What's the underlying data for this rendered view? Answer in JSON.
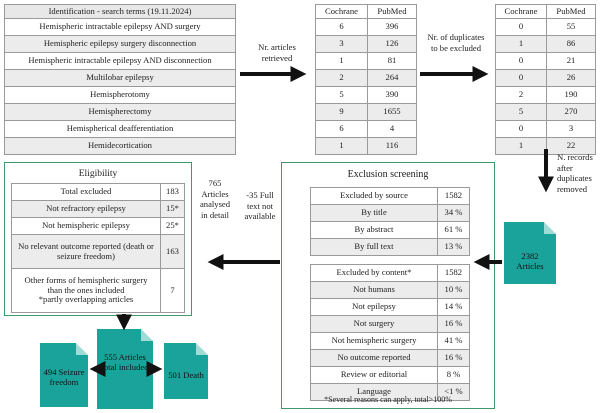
{
  "search_table": {
    "header": "Identification - search terms (19.11.2024)",
    "rows": [
      "Hemispheric intractable epilepsy AND surgery",
      "Hemispheric epilepsy surgery disconnection",
      "Hemispheric intractable epilepsy AND disconnection",
      "Multilobar epilepsy",
      "Hemispherotomy",
      "Hemispherectomy",
      "Hemispherical deafferentiation",
      "Hemidecortication"
    ]
  },
  "retrieved_table": {
    "headers": [
      "Cochrane",
      "PubMed"
    ],
    "rows": [
      [
        "6",
        "396"
      ],
      [
        "3",
        "126"
      ],
      [
        "1",
        "81"
      ],
      [
        "2",
        "264"
      ],
      [
        "5",
        "390"
      ],
      [
        "9",
        "1655"
      ],
      [
        "6",
        "4"
      ],
      [
        "1",
        "116"
      ]
    ]
  },
  "duplicates_table": {
    "headers": [
      "Cochrane",
      "PubMed"
    ],
    "rows": [
      [
        "0",
        "55"
      ],
      [
        "1",
        "86"
      ],
      [
        "0",
        "21"
      ],
      [
        "0",
        "26"
      ],
      [
        "2",
        "190"
      ],
      [
        "5",
        "270"
      ],
      [
        "0",
        "3"
      ],
      [
        "1",
        "22"
      ]
    ]
  },
  "labels": {
    "retrieved": "Nr. articles retrieved",
    "duplicates": "Nr. of duplicates to be excluded",
    "records_after": "N. records after duplicates removed",
    "analysed": "765 Articles analysed in detail",
    "full_text": "-35 Full text not available"
  },
  "exclusion": {
    "title": "Exclusion screening",
    "source_rows": [
      [
        "Excluded by source",
        "1582"
      ],
      [
        "By title",
        "34 %"
      ],
      [
        "By abstract",
        "61 %"
      ],
      [
        "By full text",
        "13 %"
      ]
    ],
    "content_rows": [
      [
        "Excluded by content*",
        "1582"
      ],
      [
        "Not humans",
        "10 %"
      ],
      [
        "Not epilepsy",
        "14 %"
      ],
      [
        "Not surgery",
        "16 %"
      ],
      [
        "Not hemispheric surgery",
        "41 %"
      ],
      [
        "No outcome reported",
        "16 %"
      ],
      [
        "Review or editorial",
        "8 %"
      ],
      [
        "Language",
        "<1 %"
      ]
    ],
    "footnote": "*Several reasons can apply, total>100%"
  },
  "eligibility": {
    "title": "Eligibility",
    "rows": [
      [
        "Total excluded",
        "183"
      ],
      [
        "Not refractory epilepsy",
        "15*"
      ],
      [
        "Not hemispheric epilepsy",
        "25*"
      ],
      [
        "No relevant outcome reported (death or seizure freedom)",
        "163"
      ],
      [
        "Other forms of hemispheric surgery than the ones included",
        "7"
      ]
    ],
    "note": "*partly overlapping articles"
  },
  "docs": {
    "articles_2382": "2382 Articles",
    "total_555": "555 Articles total included",
    "seizure_494": "494 Seizure freedom",
    "death_501": "501 Death"
  }
}
